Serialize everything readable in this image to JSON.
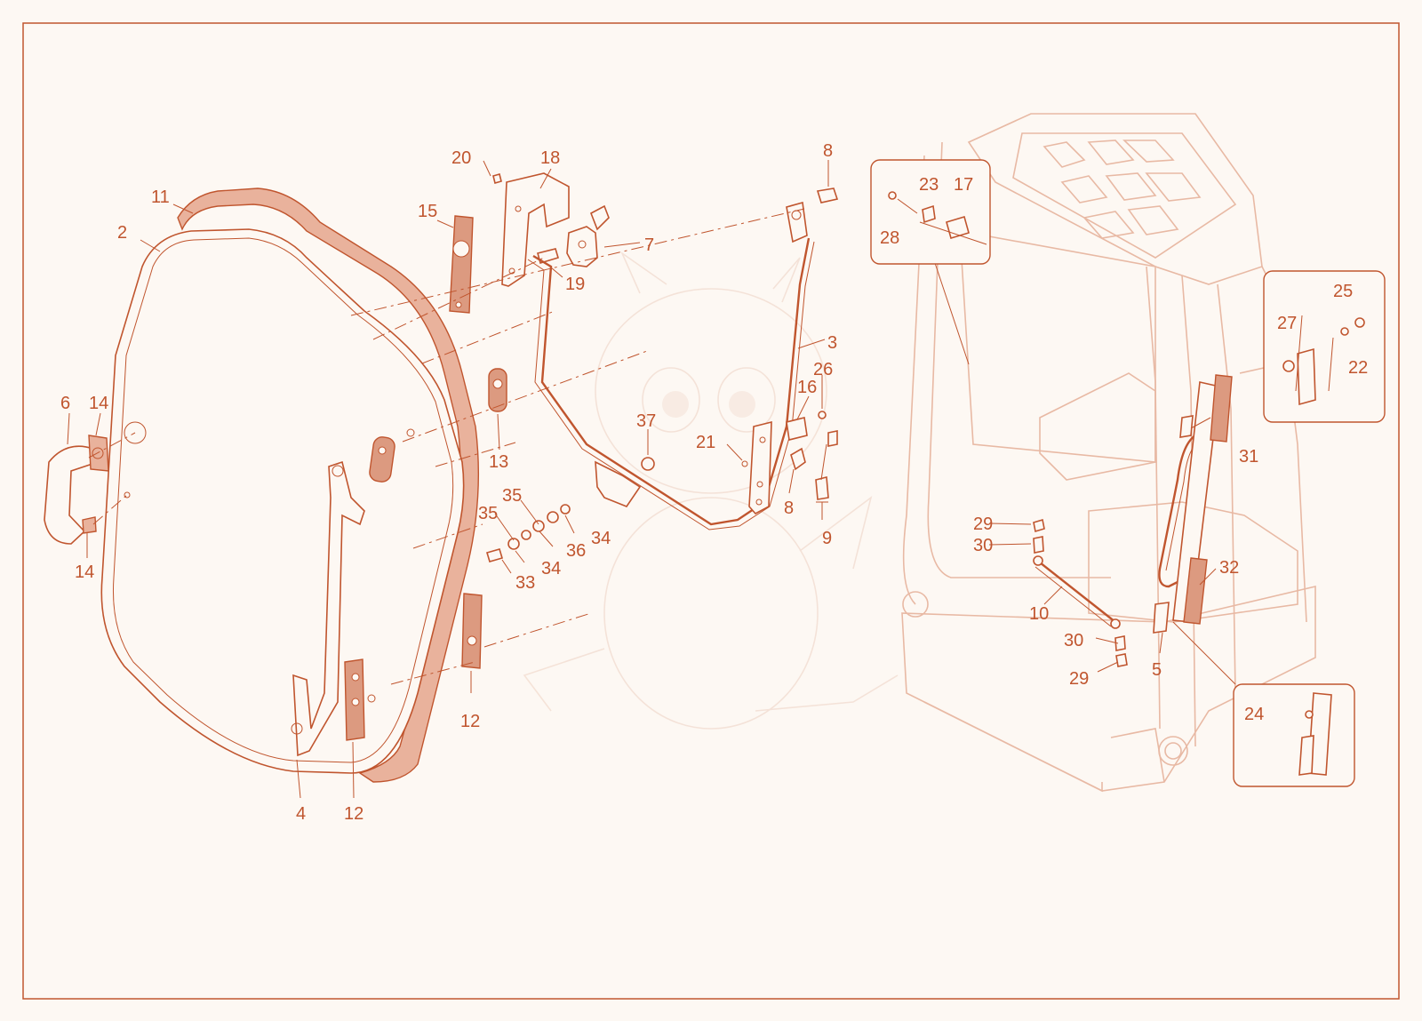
{
  "diagram": {
    "colors": {
      "line": "#c0552e",
      "highlight": "#dc9a80",
      "ghost": "#e8b9a4",
      "background": "#fdf8f3"
    },
    "callouts": [
      {
        "id": "c-2",
        "text": "2"
      },
      {
        "id": "c-11",
        "text": "11"
      },
      {
        "id": "c-6",
        "text": "6"
      },
      {
        "id": "c-14a",
        "text": "14"
      },
      {
        "id": "c-14b",
        "text": "14"
      },
      {
        "id": "c-4",
        "text": "4"
      },
      {
        "id": "c-12a",
        "text": "12"
      },
      {
        "id": "c-15",
        "text": "15"
      },
      {
        "id": "c-20",
        "text": "20"
      },
      {
        "id": "c-18",
        "text": "18"
      },
      {
        "id": "c-7",
        "text": "7"
      },
      {
        "id": "c-19",
        "text": "19"
      },
      {
        "id": "c-13",
        "text": "13"
      },
      {
        "id": "c-12b",
        "text": "12"
      },
      {
        "id": "c-35a",
        "text": "35"
      },
      {
        "id": "c-35b",
        "text": "35"
      },
      {
        "id": "c-36",
        "text": "36"
      },
      {
        "id": "c-34a",
        "text": "34"
      },
      {
        "id": "c-34b",
        "text": "34"
      },
      {
        "id": "c-33",
        "text": "33"
      },
      {
        "id": "c-37",
        "text": "37"
      },
      {
        "id": "c-8a",
        "text": "8"
      },
      {
        "id": "c-3",
        "text": "3"
      },
      {
        "id": "c-26",
        "text": "26"
      },
      {
        "id": "c-16",
        "text": "16"
      },
      {
        "id": "c-21",
        "text": "21"
      },
      {
        "id": "c-8b",
        "text": "8"
      },
      {
        "id": "c-9",
        "text": "9"
      },
      {
        "id": "c-23",
        "text": "23"
      },
      {
        "id": "c-17",
        "text": "17"
      },
      {
        "id": "c-28",
        "text": "28"
      },
      {
        "id": "c-25",
        "text": "25"
      },
      {
        "id": "c-27",
        "text": "27"
      },
      {
        "id": "c-22",
        "text": "22"
      },
      {
        "id": "c-31",
        "text": "31"
      },
      {
        "id": "c-29a",
        "text": "29"
      },
      {
        "id": "c-30a",
        "text": "30"
      },
      {
        "id": "c-10",
        "text": "10"
      },
      {
        "id": "c-32",
        "text": "32"
      },
      {
        "id": "c-30b",
        "text": "30"
      },
      {
        "id": "c-29b",
        "text": "29"
      },
      {
        "id": "c-5",
        "text": "5"
      },
      {
        "id": "c-24",
        "text": "24"
      }
    ]
  }
}
